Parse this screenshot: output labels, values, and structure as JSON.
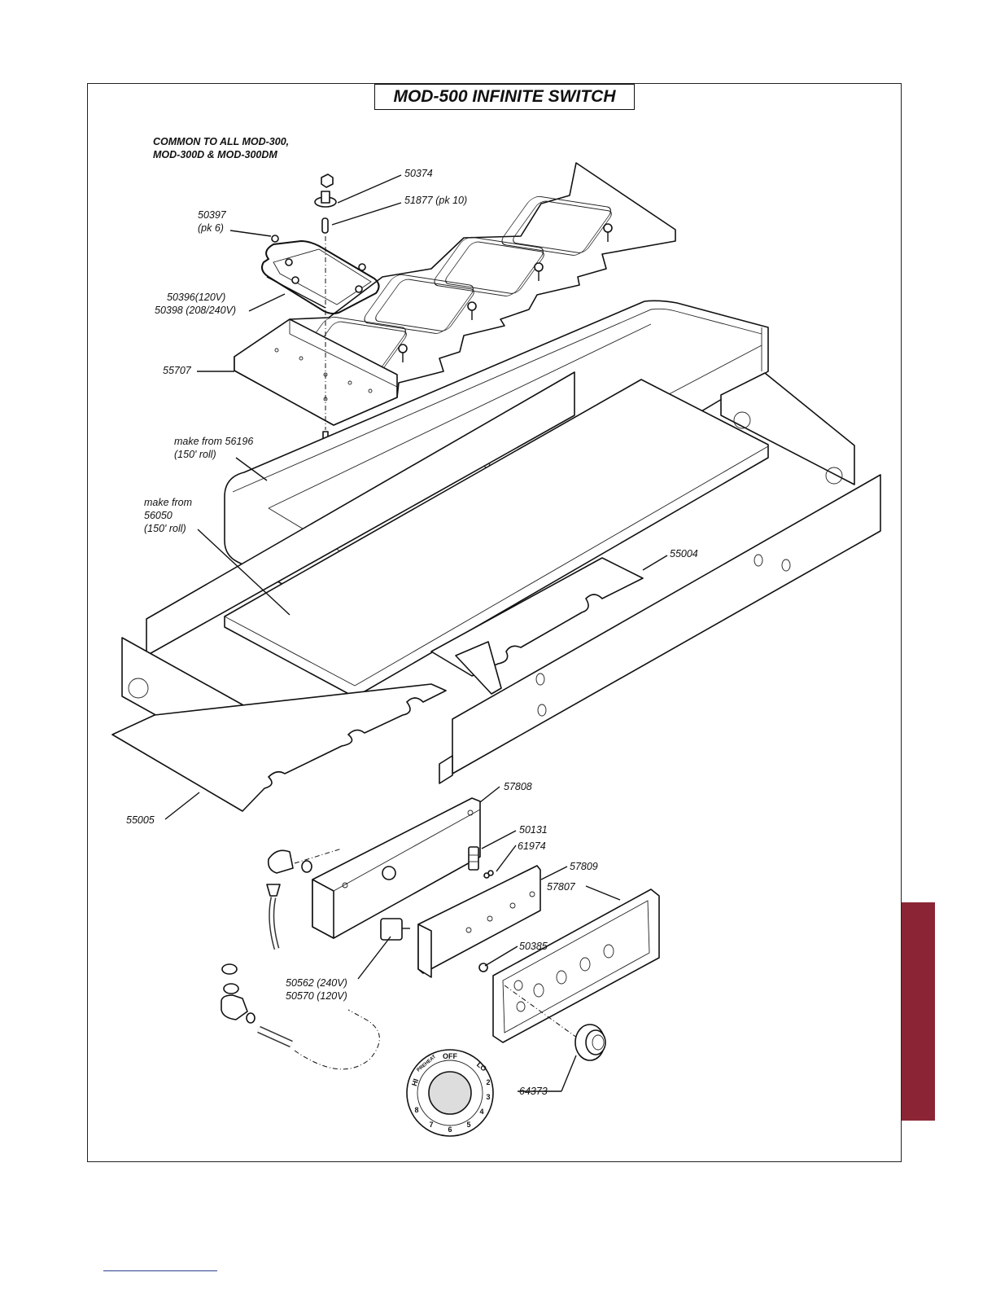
{
  "title": "MOD-500 INFINITE SWITCH",
  "note": [
    "COMMON TO ALL MOD-300,",
    "MOD-300D & MOD-300DM"
  ],
  "colors": {
    "tab": "#8b2535",
    "border": "#222222",
    "footer_rule": "#2b3f8f"
  },
  "parts": {
    "p50374": "50374",
    "p51877": "51877 (pk 10)",
    "p50397": [
      "50397",
      "(pk 6)"
    ],
    "p50396": [
      "50396(120V)",
      "50398 (208/240V)"
    ],
    "p55707": "55707",
    "p56196": [
      "make from 56196",
      "(150' roll)"
    ],
    "p56050": [
      "make from",
      "56050",
      "(150' roll)"
    ],
    "p55004": "55004",
    "p55005": "55005",
    "p57808": "57808",
    "p50131": "50131",
    "p61974": "61974",
    "p57809": "57809",
    "p57807": "57807",
    "p50385": "50385",
    "p50562": [
      "50562 (240V)",
      "50570 (120V)"
    ],
    "p64373": "64373"
  },
  "dial": {
    "off": "OFF",
    "lo": "LO",
    "hi": "HI",
    "preheat": "PREHEAT",
    "numbers": [
      "2",
      "3",
      "4",
      "5",
      "6",
      "7",
      "8"
    ]
  }
}
